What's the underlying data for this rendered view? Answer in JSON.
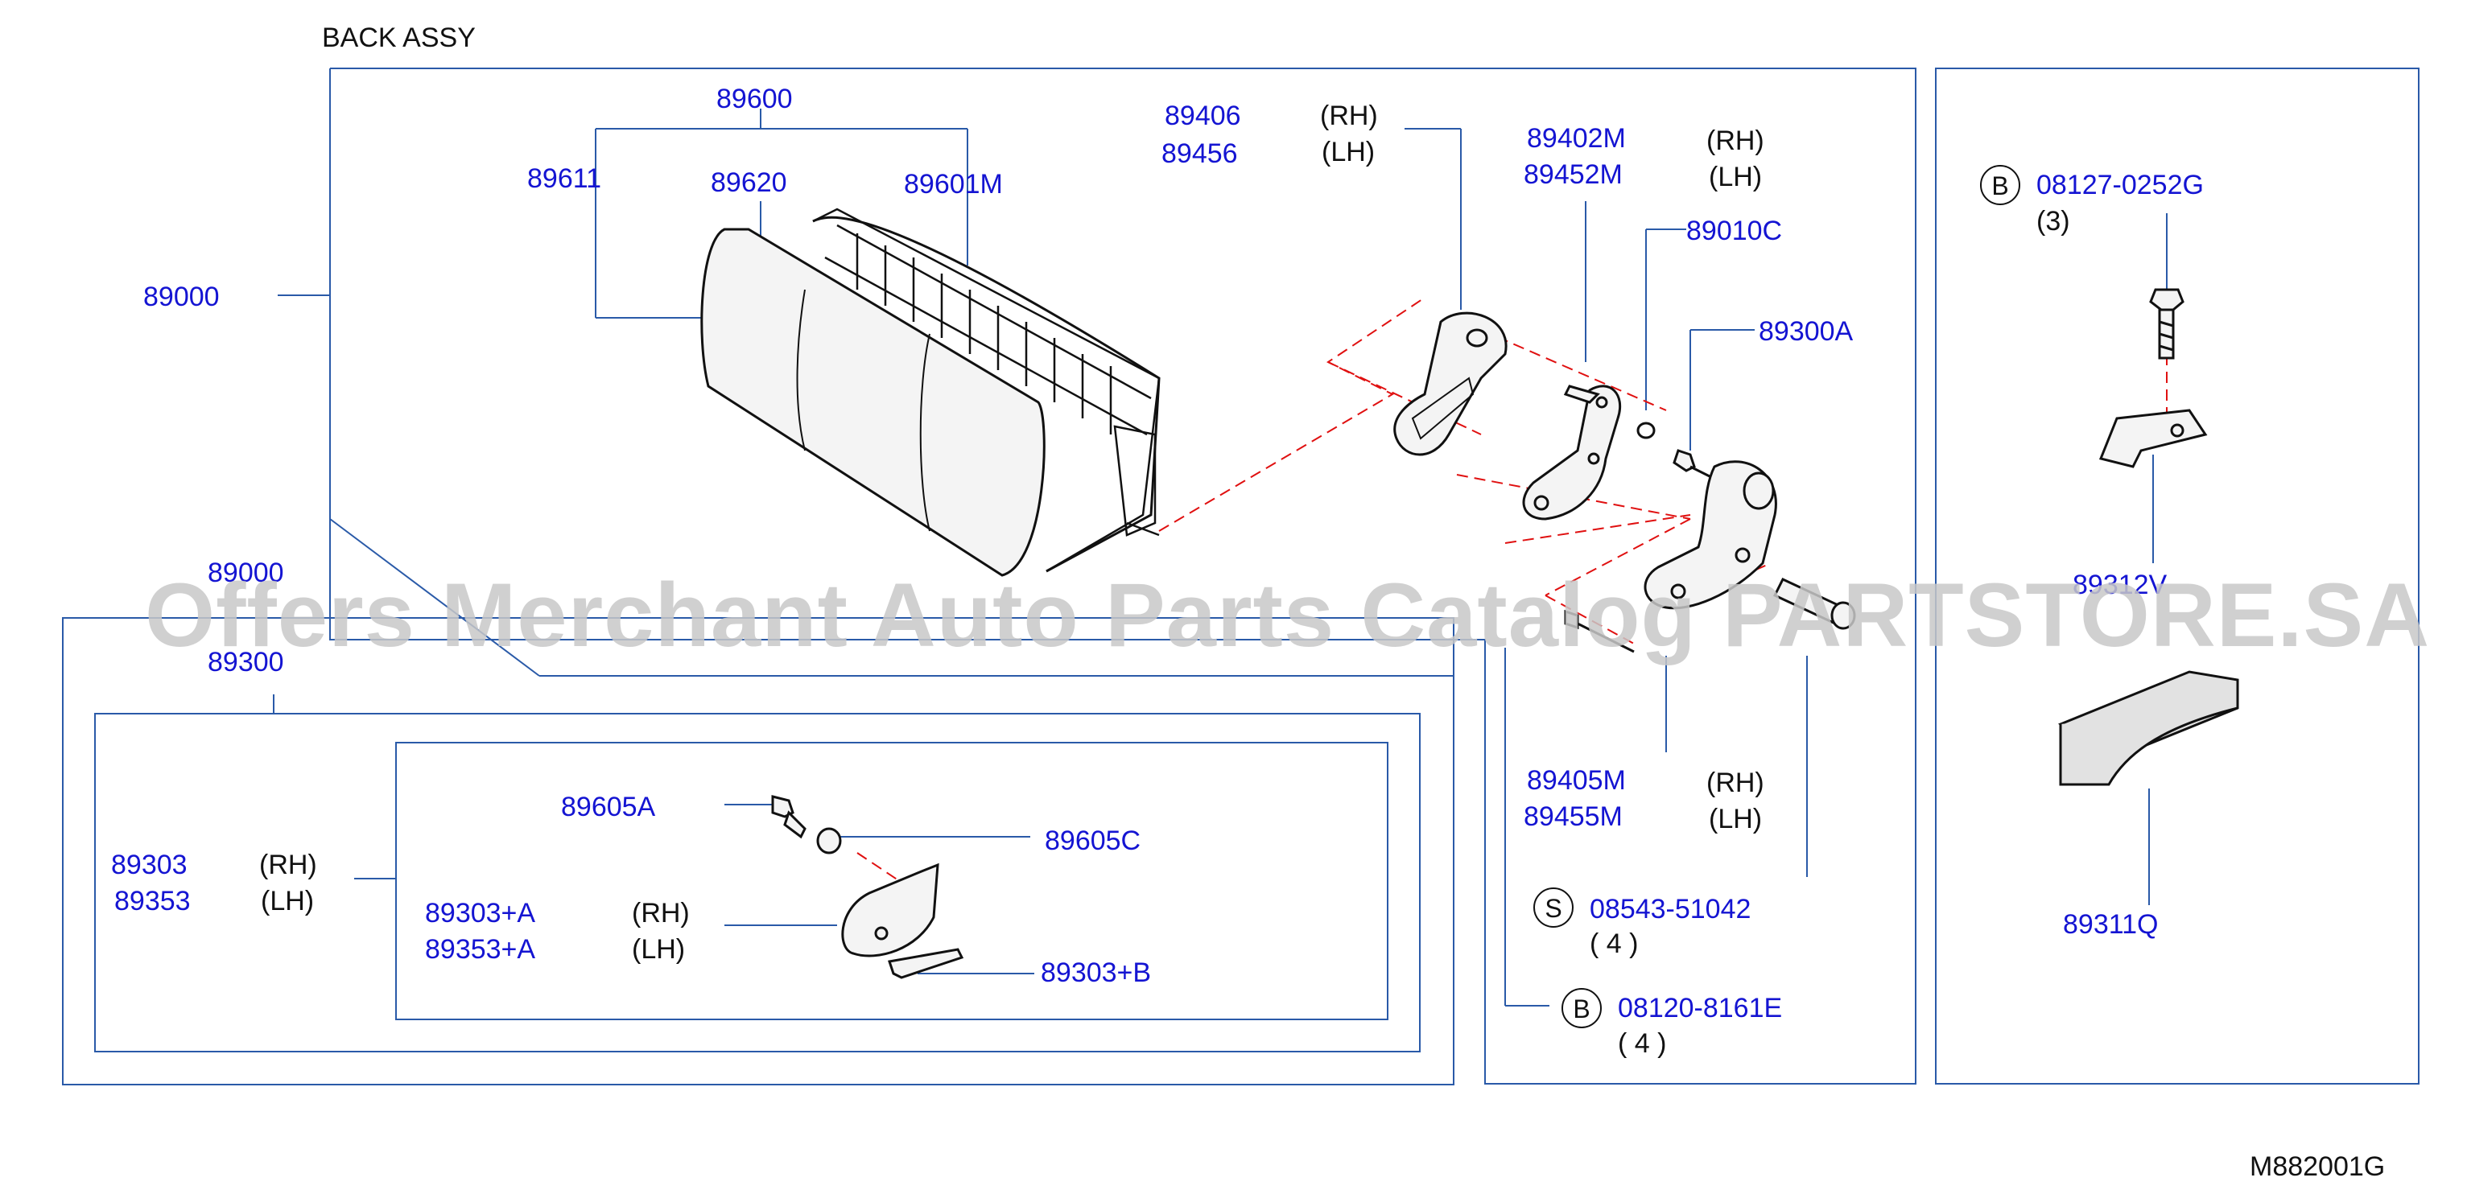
{
  "title": "BACK   ASSY",
  "diagram_code": "M882001G",
  "watermark": "Offers Merchant Auto Parts Catalog PARTSTORE.SA",
  "colors": {
    "part_number": "#1414d2",
    "frame": "#2a5aa8",
    "dash": "#e01010",
    "text": "#111111"
  },
  "parts": {
    "p89600": "89600",
    "p89611": "89611",
    "p89620": "89620",
    "p89601M": "89601M",
    "p89000a": "89000",
    "p89406": "89406",
    "p89456": "89456",
    "p89402M": "89402M",
    "p89452M": "89452M",
    "p89010C": "89010C",
    "p89300A": "89300A",
    "p89000b": "89000",
    "p89300": "89300",
    "p89303": "89303",
    "p89353": "89353",
    "p89605A": "89605A",
    "p89605C": "89605C",
    "p89303A": "89303+A",
    "p89353A": "89353+A",
    "p89303B": "89303+B",
    "p89405M": "89405M",
    "p89455M": "89455M",
    "p08543": "08543-51042",
    "p08120": "08120-8161E",
    "p08127": "08127-0252G",
    "p89311Q": "89311Q",
    "p89312_partial": "89312V"
  },
  "sides": {
    "rh": "(RH)",
    "lh": "(LH)"
  },
  "qty": {
    "q3": "(3)",
    "q4a": "(  4  )",
    "q4b": "(  4  )"
  },
  "symbols": {
    "b": "B",
    "s": "S"
  }
}
